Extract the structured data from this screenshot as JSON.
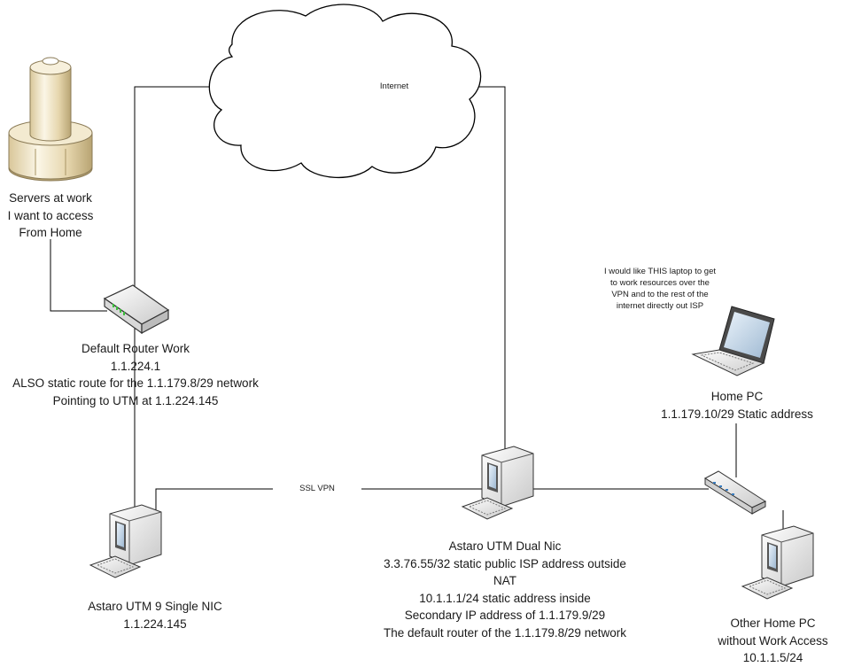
{
  "nodes": {
    "servers": {
      "lines": [
        "Servers at work",
        "I want to access",
        "From Home"
      ]
    },
    "router": {
      "lines": [
        "Default Router Work",
        "1.1.224.1",
        "ALSO static route for the 1.1.179.8/29 network",
        "Pointing to UTM at 1.1.224.145"
      ]
    },
    "utm_single": {
      "lines": [
        "Astaro UTM 9 Single NIC",
        "1.1.224.145"
      ]
    },
    "utm_dual": {
      "lines": [
        "Astaro UTM Dual Nic",
        "3.3.76.55/32 static public ISP address outside",
        "NAT",
        "10.1.1.1/24 static address inside",
        "Secondary IP address of 1.1.179.9/29",
        "The default router of the 1.1.179.8/29 network"
      ]
    },
    "home_pc": {
      "lines": [
        "Home PC",
        "1.1.179.10/29 Static address"
      ]
    },
    "other_home_pc": {
      "lines": [
        "Other Home PC",
        "without Work Access",
        "10.1.1.5/24"
      ]
    }
  },
  "cloud": {
    "label": "Internet"
  },
  "links": {
    "ssl_vpn": "SSL VPN"
  },
  "note": {
    "text": "I would like THIS laptop to get to work resources over the VPN and to the rest of the internet directly out ISP"
  }
}
